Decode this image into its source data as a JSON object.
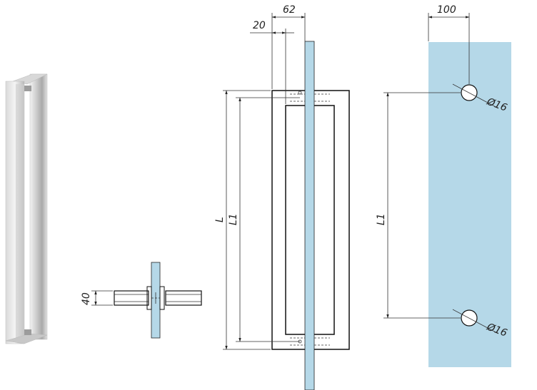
{
  "dimensions": {
    "top_left": "20",
    "top_right": "62",
    "plate_offset": "100",
    "hole_top": "Ø16",
    "hole_bottom": "Ø16",
    "length_total": "L",
    "length_centers_front": "L1",
    "length_centers_plate": "L1",
    "section_height": "40"
  },
  "colors": {
    "glass": "#b5d8e8",
    "steel_light": "#e4e4e4",
    "steel_dark": "#9a9a9a",
    "line": "#111111"
  }
}
